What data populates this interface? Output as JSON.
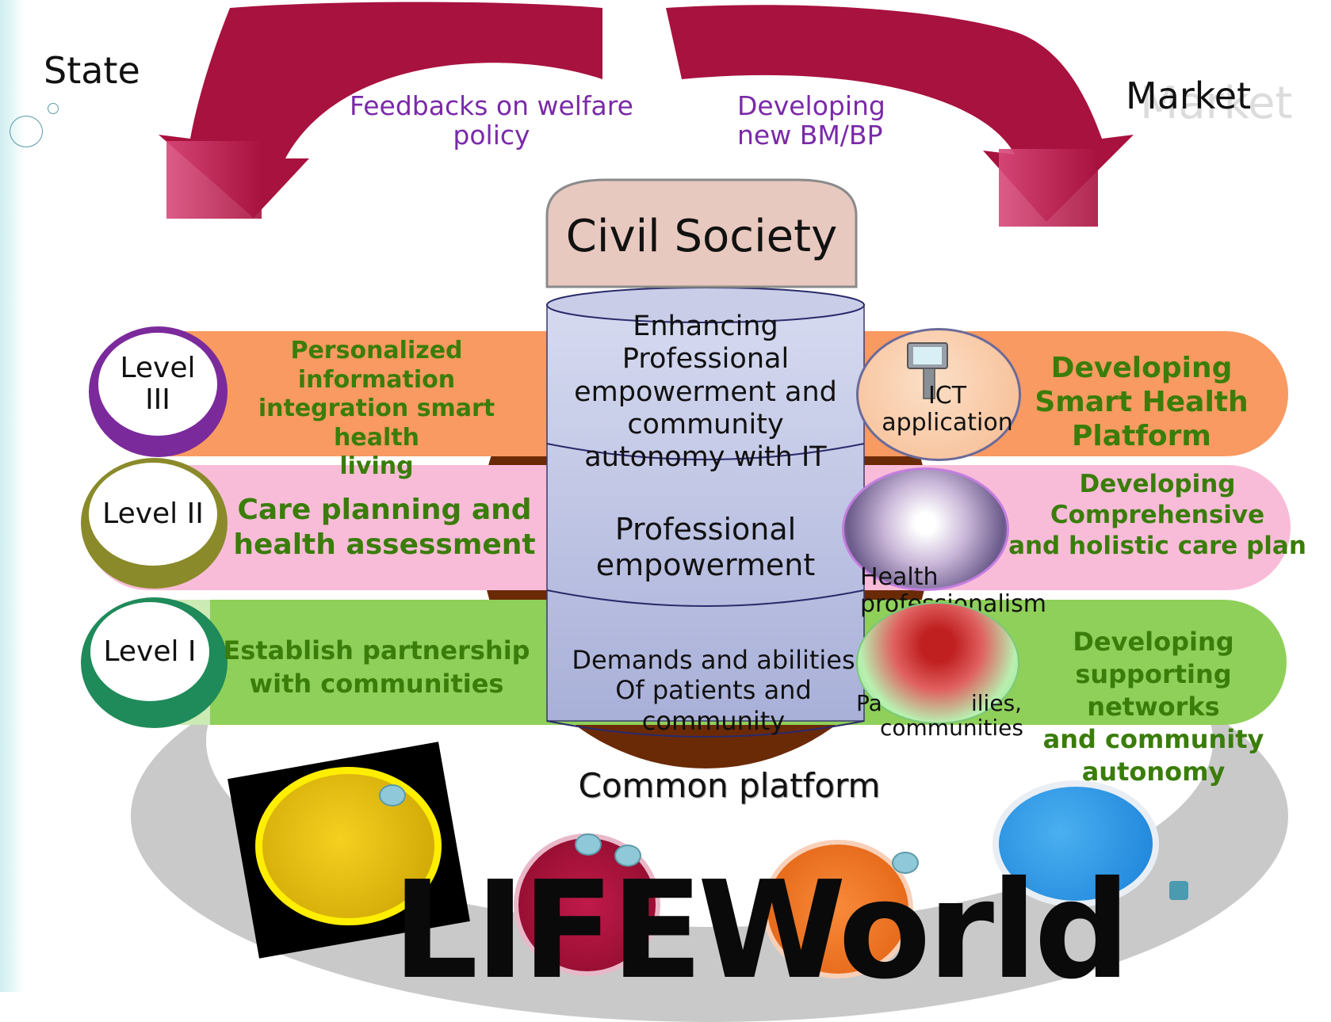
{
  "top": {
    "state": "State",
    "market": "Market",
    "market_ghost": "Market",
    "feedback_line1": "Feedbacks on welfare",
    "feedback_line2": "policy",
    "developing_line1": "Developing",
    "developing_line2": "new BM/BP"
  },
  "center": {
    "civil_society": "Civil Society",
    "level3_stack_1": "Enhancing",
    "level3_stack_2": "Professional",
    "level3_stack_3": "empowerment and",
    "level3_stack_4": "community",
    "level3_stack_5": "autonomy with IT",
    "level2_stack_1": "Professional",
    "level2_stack_2": "empowerment",
    "level1_stack_1": "Demands and abilities",
    "level1_stack_2": "Of patients and",
    "level1_stack_3": "community",
    "common_platform": "Common platform"
  },
  "levels": {
    "level3": {
      "label_1": "Level",
      "label_2": "III",
      "left_1": "Personalized information",
      "left_2": "integration smart health",
      "left_3": "living",
      "icon_label_1": "ICT",
      "icon_label_2": "application",
      "right_1": "Developing",
      "right_2": "Smart Health",
      "right_3": "Platform"
    },
    "level2": {
      "label": "Level II",
      "left_1": "Care planning and",
      "left_2": "health assessment",
      "icon_label": "Health professionalism",
      "right_1": "Developing Comprehensive",
      "right_2": "and holistic care plan"
    },
    "level1": {
      "label": "Level I",
      "left_1": "Establish partnership",
      "left_2": "with communities",
      "icon_label_1": "Pa",
      "icon_label_2": "ilies,",
      "icon_label_3": "communities",
      "right_1": "Developing",
      "right_2": "supporting networks",
      "right_3": "and community",
      "right_4": "autonomy"
    }
  },
  "bottom": {
    "life": "LIFE",
    "world": "World"
  },
  "colors": {
    "arrow": "#a8123f",
    "level3_band": "#f89a62",
    "level2_band": "#f9bcd8",
    "level1_band": "#8fd05a",
    "civil_society_box": "#e8c9bf",
    "stack": "#b9bfe0",
    "platform_brown": "#6b2a06",
    "life_world_arc": "#c9c9c9"
  }
}
